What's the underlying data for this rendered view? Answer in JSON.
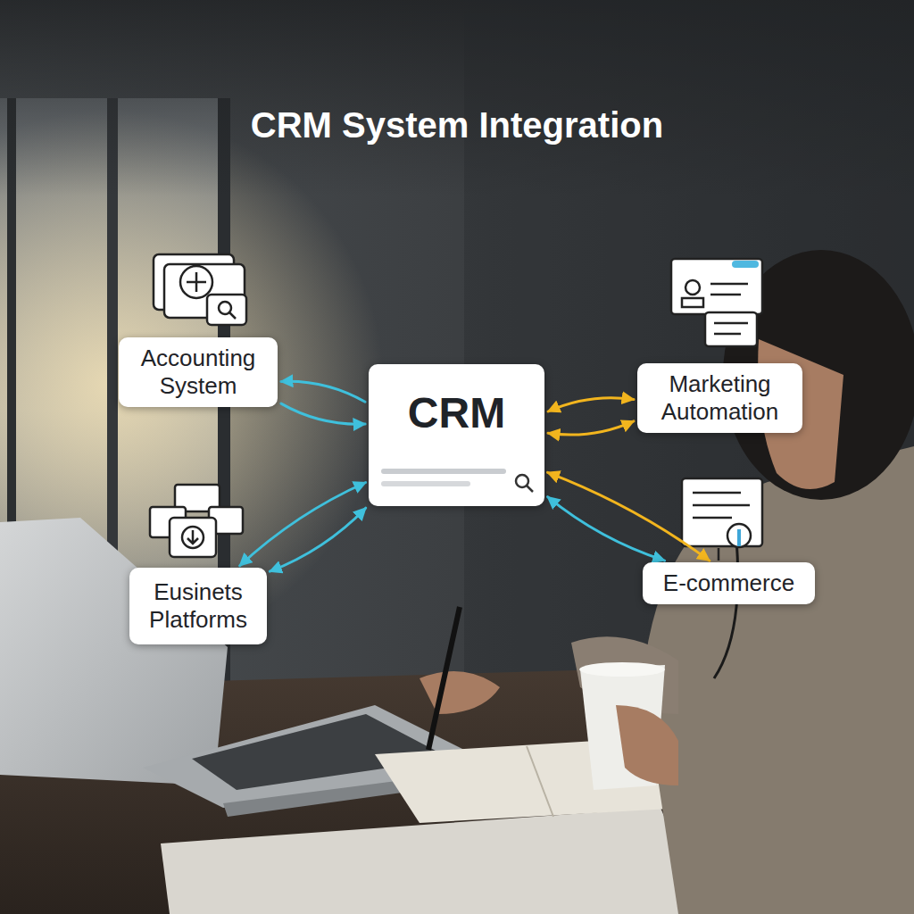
{
  "diagram": {
    "title": "CRM System Integration",
    "nodes": [
      {
        "text": [
          "Accounting System"
        ]
      },
      {
        "text": [
          "CRM"
        ]
      },
      {
        "text": [
          "Marketing Automation"
        ]
      },
      {
        "text": [
          "Eusinets Platforms"
        ]
      },
      {
        "text": [
          "E-commerce"
        ]
      }
    ],
    "edges": [
      {
        "from": 1,
        "to": 0,
        "arrow": "to"
      },
      {
        "from": 0,
        "to": 1,
        "arrow": "to"
      },
      {
        "from": 1,
        "to": 2,
        "arrow": "both"
      },
      {
        "from": 1,
        "to": 2,
        "arrow": "both"
      },
      {
        "from": 1,
        "to": 3,
        "arrow": "both"
      },
      {
        "from": 1,
        "to": 3,
        "arrow": "both"
      },
      {
        "from": 1,
        "to": 4,
        "arrow": "both"
      },
      {
        "from": 1,
        "to": 4,
        "arrow": "both"
      }
    ]
  }
}
